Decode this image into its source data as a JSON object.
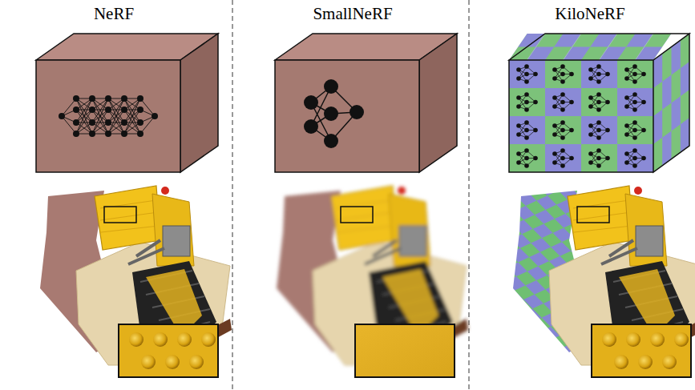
{
  "diagram": {
    "labels": [
      "NeRF",
      "SmallNeRF",
      "KiloNeRF"
    ]
  }
}
